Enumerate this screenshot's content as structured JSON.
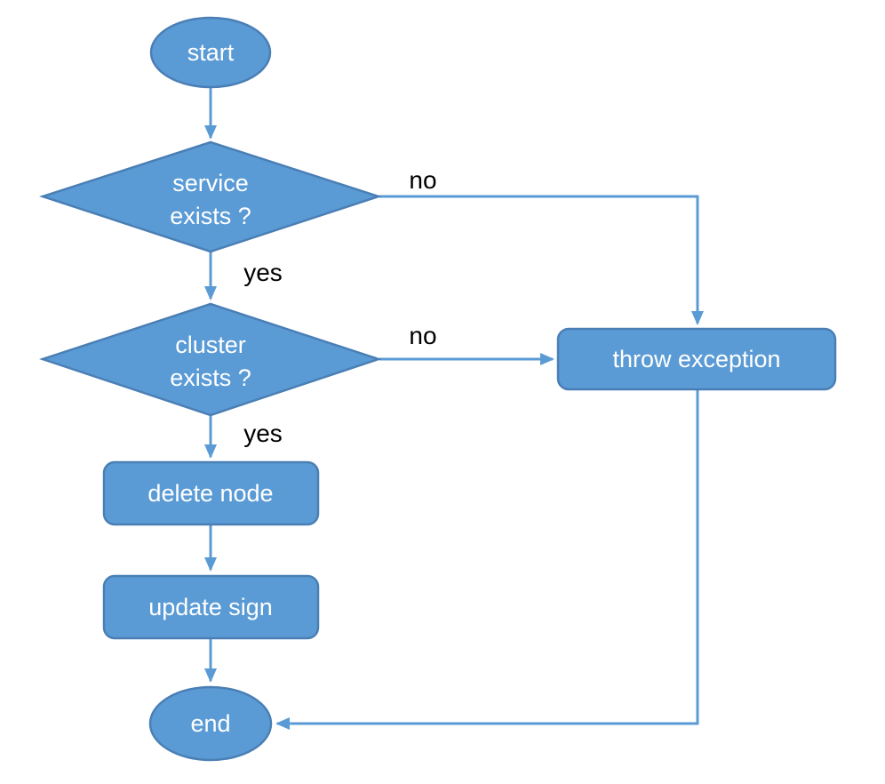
{
  "diagram": {
    "type": "flowchart",
    "colors": {
      "node_fill": "#5b9bd5",
      "node_border": "#4a7fb5",
      "arrow": "#5b9bd5",
      "node_text": "#ffffff",
      "edge_label_text": "#000000",
      "background": "#ffffff"
    },
    "nodes": {
      "start": {
        "shape": "ellipse",
        "label": "start"
      },
      "service_check": {
        "shape": "diamond",
        "line1": "service",
        "line2": "exists ?"
      },
      "cluster_check": {
        "shape": "diamond",
        "line1": "cluster",
        "line2": "exists ?"
      },
      "throw_exception": {
        "shape": "process",
        "label": "throw exception"
      },
      "delete_node": {
        "shape": "process",
        "label": "delete node"
      },
      "update_sign": {
        "shape": "process",
        "label": "update sign"
      },
      "end": {
        "shape": "ellipse",
        "label": "end"
      }
    },
    "edges": [
      {
        "from": "start",
        "to": "service_check",
        "label": ""
      },
      {
        "from": "service_check",
        "to": "throw_exception",
        "label": "no"
      },
      {
        "from": "service_check",
        "to": "cluster_check",
        "label": "yes"
      },
      {
        "from": "cluster_check",
        "to": "throw_exception",
        "label": "no"
      },
      {
        "from": "cluster_check",
        "to": "delete_node",
        "label": "yes"
      },
      {
        "from": "delete_node",
        "to": "update_sign",
        "label": ""
      },
      {
        "from": "update_sign",
        "to": "end",
        "label": ""
      },
      {
        "from": "throw_exception",
        "to": "end",
        "label": ""
      }
    ]
  }
}
